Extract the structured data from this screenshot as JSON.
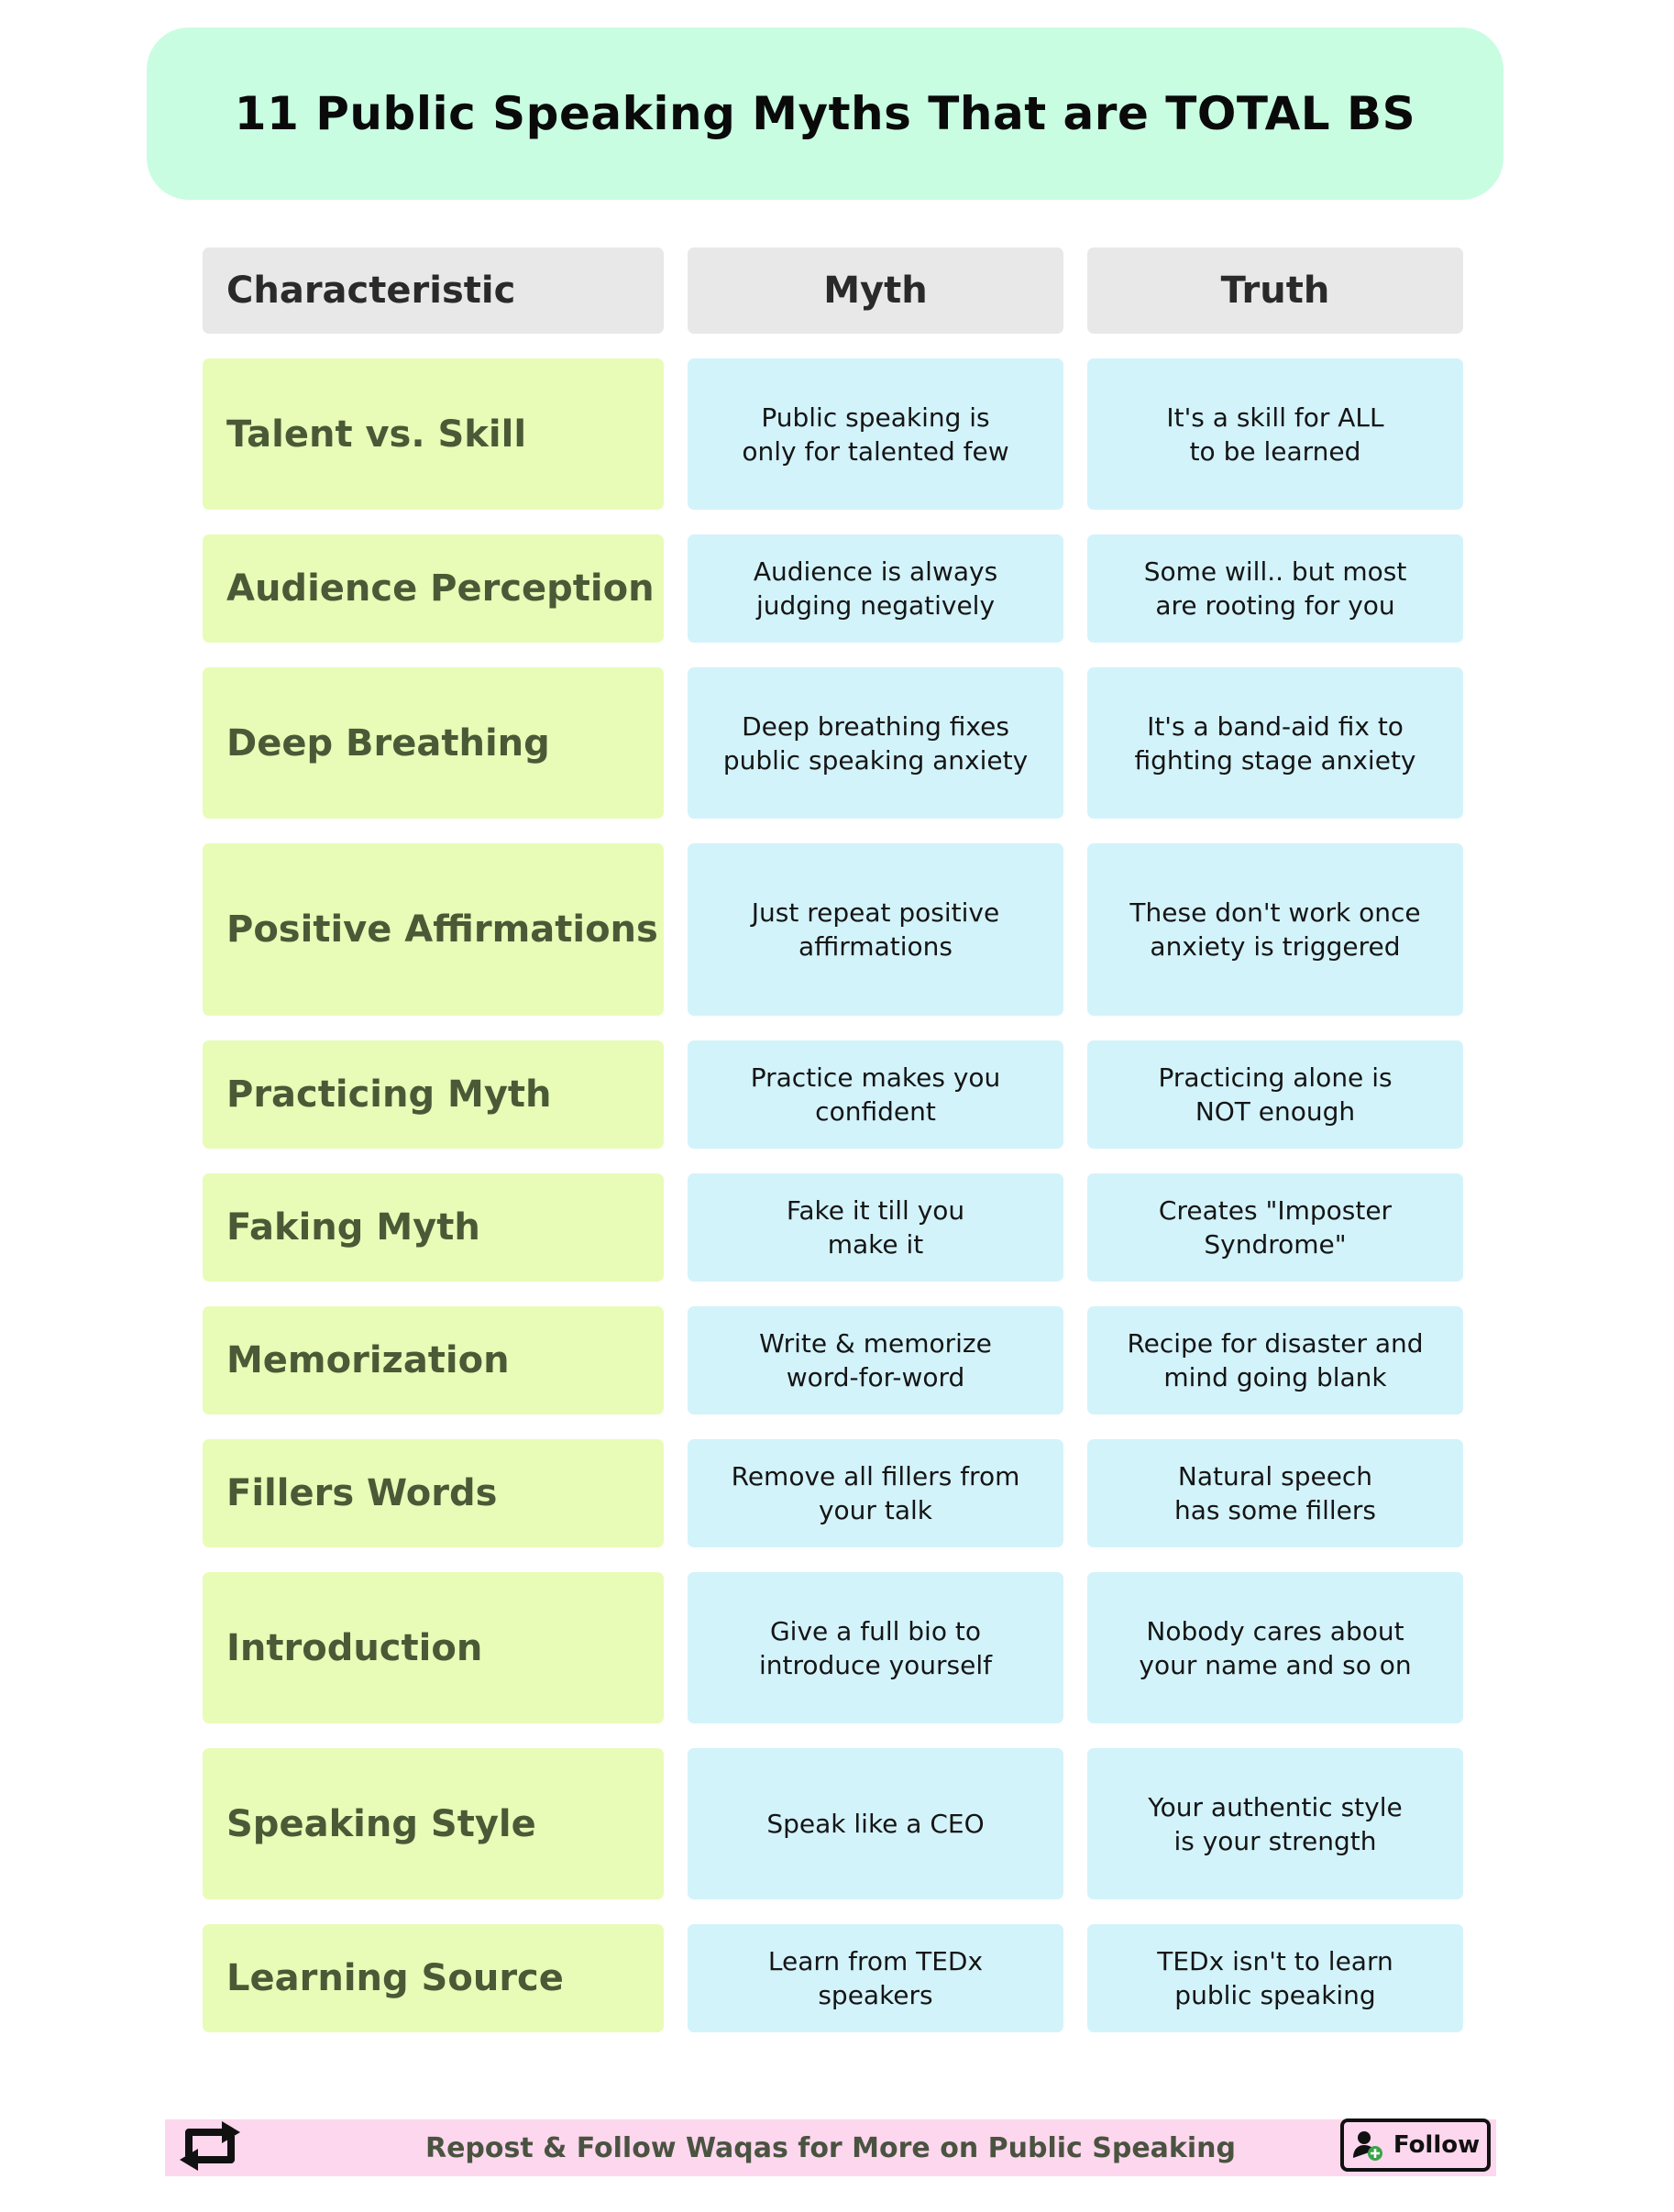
{
  "title": "11 Public Speaking Myths That are TOTAL BS",
  "headers": {
    "characteristic": "Characteristic",
    "myth": "Myth",
    "truth": "Truth"
  },
  "rows": [
    {
      "characteristic": "Talent vs. Skill",
      "myth": "Public speaking is\nonly for talented few",
      "truth": "It's a skill for ALL\nto be learned"
    },
    {
      "characteristic": "Audience Perception",
      "myth": "Audience is always\njudging negatively",
      "truth": "Some will.. but most\nare rooting for you"
    },
    {
      "characteristic": "Deep Breathing",
      "myth": "Deep breathing fixes\npublic speaking anxiety",
      "truth": "It's a band-aid fix to\nfighting stage anxiety"
    },
    {
      "characteristic": "Positive Affirmations",
      "myth": "Just repeat positive\naffirmations",
      "truth": "These don't work once\nanxiety is triggered"
    },
    {
      "characteristic": "Practicing Myth",
      "myth": "Practice makes you\nconfident",
      "truth": "Practicing alone is\nNOT enough"
    },
    {
      "characteristic": "Faking Myth",
      "myth": "Fake it till you\nmake it",
      "truth": "Creates \"Imposter\nSyndrome\""
    },
    {
      "characteristic": "Memorization",
      "myth": "Write & memorize\nword-for-word",
      "truth": "Recipe for disaster and\nmind going blank"
    },
    {
      "characteristic": "Fillers Words",
      "myth": "Remove all fillers from\nyour talk",
      "truth": "Natural speech\nhas some fillers"
    },
    {
      "characteristic": "Introduction",
      "myth": "Give a full bio to\nintroduce yourself",
      "truth": "Nobody cares about\nyour name and so on"
    },
    {
      "characteristic": "Speaking Style",
      "myth": "Speak like a CEO",
      "truth": "Your authentic style\nis your strength"
    },
    {
      "characteristic": "Learning Source",
      "myth": "Learn from TEDx\nspeakers",
      "truth": "TEDx isn't to learn\npublic speaking"
    }
  ],
  "footer": {
    "message": "Repost & Follow Waqas for More on Public Speaking",
    "follow_label": "Follow",
    "repost_icon": "repost-icon",
    "follow_icon": "add-user-icon"
  },
  "colors": {
    "title_bg": "#c9fde2",
    "header_bg": "#e8e8e8",
    "characteristic_bg": "#e8fcb7",
    "cell_bg": "#d3f3fb",
    "footer_bg": "#fdd7ee"
  }
}
